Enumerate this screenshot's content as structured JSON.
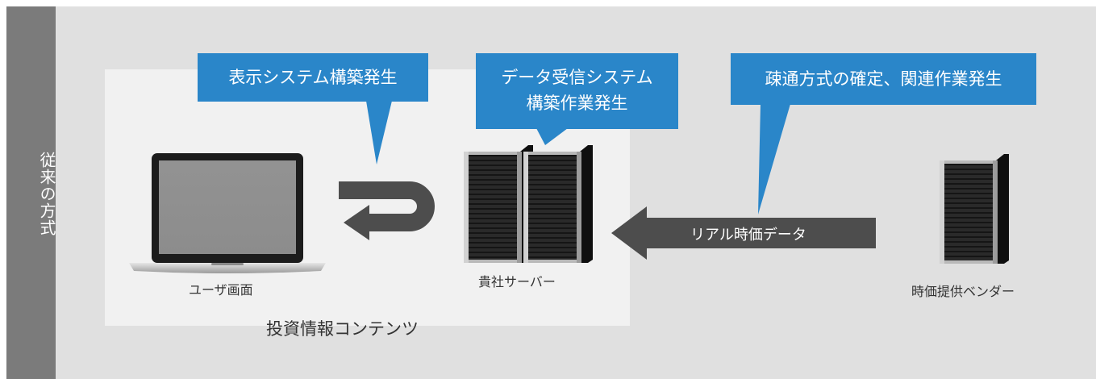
{
  "side_label": "従来の方式",
  "content_area_label": "投資情報コンテンツ",
  "callouts": {
    "display": "表示システム構築発生",
    "receive_line1": "データ受信システム",
    "receive_line2": "構築作業発生",
    "vendor": "疎通方式の確定、関連作業発生"
  },
  "nodes": {
    "user": "ユーザ画面",
    "company_server": "貴社サーバー",
    "vendor": "時価提供ベンダー"
  },
  "data_flow_label": "リアル時価データ",
  "colors": {
    "background": "#e0e0e0",
    "sidebar": "#7b7b7b",
    "content_area": "#f1f1f1",
    "callout": "#2a86c9",
    "arrow": "#4d4d4d"
  },
  "icons": [
    "laptop-icon",
    "server-icon",
    "u-turn-arrow-icon",
    "left-arrow-icon"
  ]
}
